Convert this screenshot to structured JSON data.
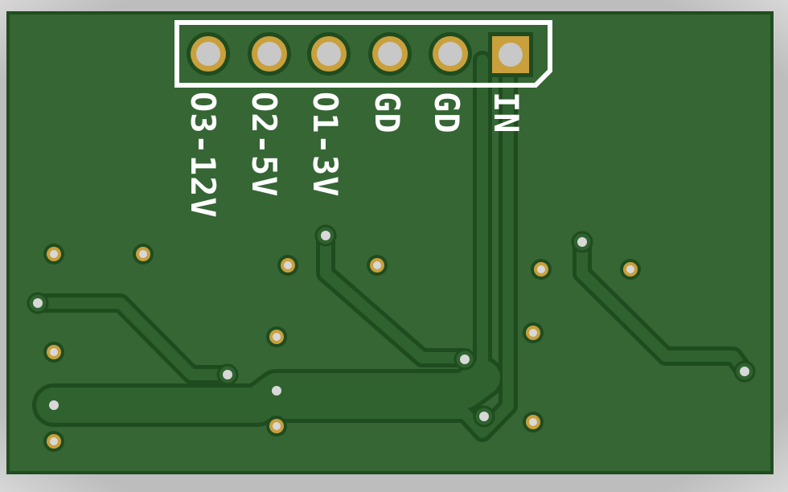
{
  "board": {
    "substrate_color": "#356634",
    "edge_color": "#bdbdbd",
    "pad_color": "#c9a03c",
    "drill_color": "#c8c8c8",
    "silkscreen_color": "#ffffff"
  },
  "connector": {
    "pins": [
      {
        "label": "O3-12V",
        "shape": "round"
      },
      {
        "label": "O2-5V",
        "shape": "round"
      },
      {
        "label": "O1-3V",
        "shape": "round"
      },
      {
        "label": "GD",
        "shape": "round"
      },
      {
        "label": "GD",
        "shape": "round"
      },
      {
        "label": "IN",
        "shape": "square"
      }
    ]
  }
}
